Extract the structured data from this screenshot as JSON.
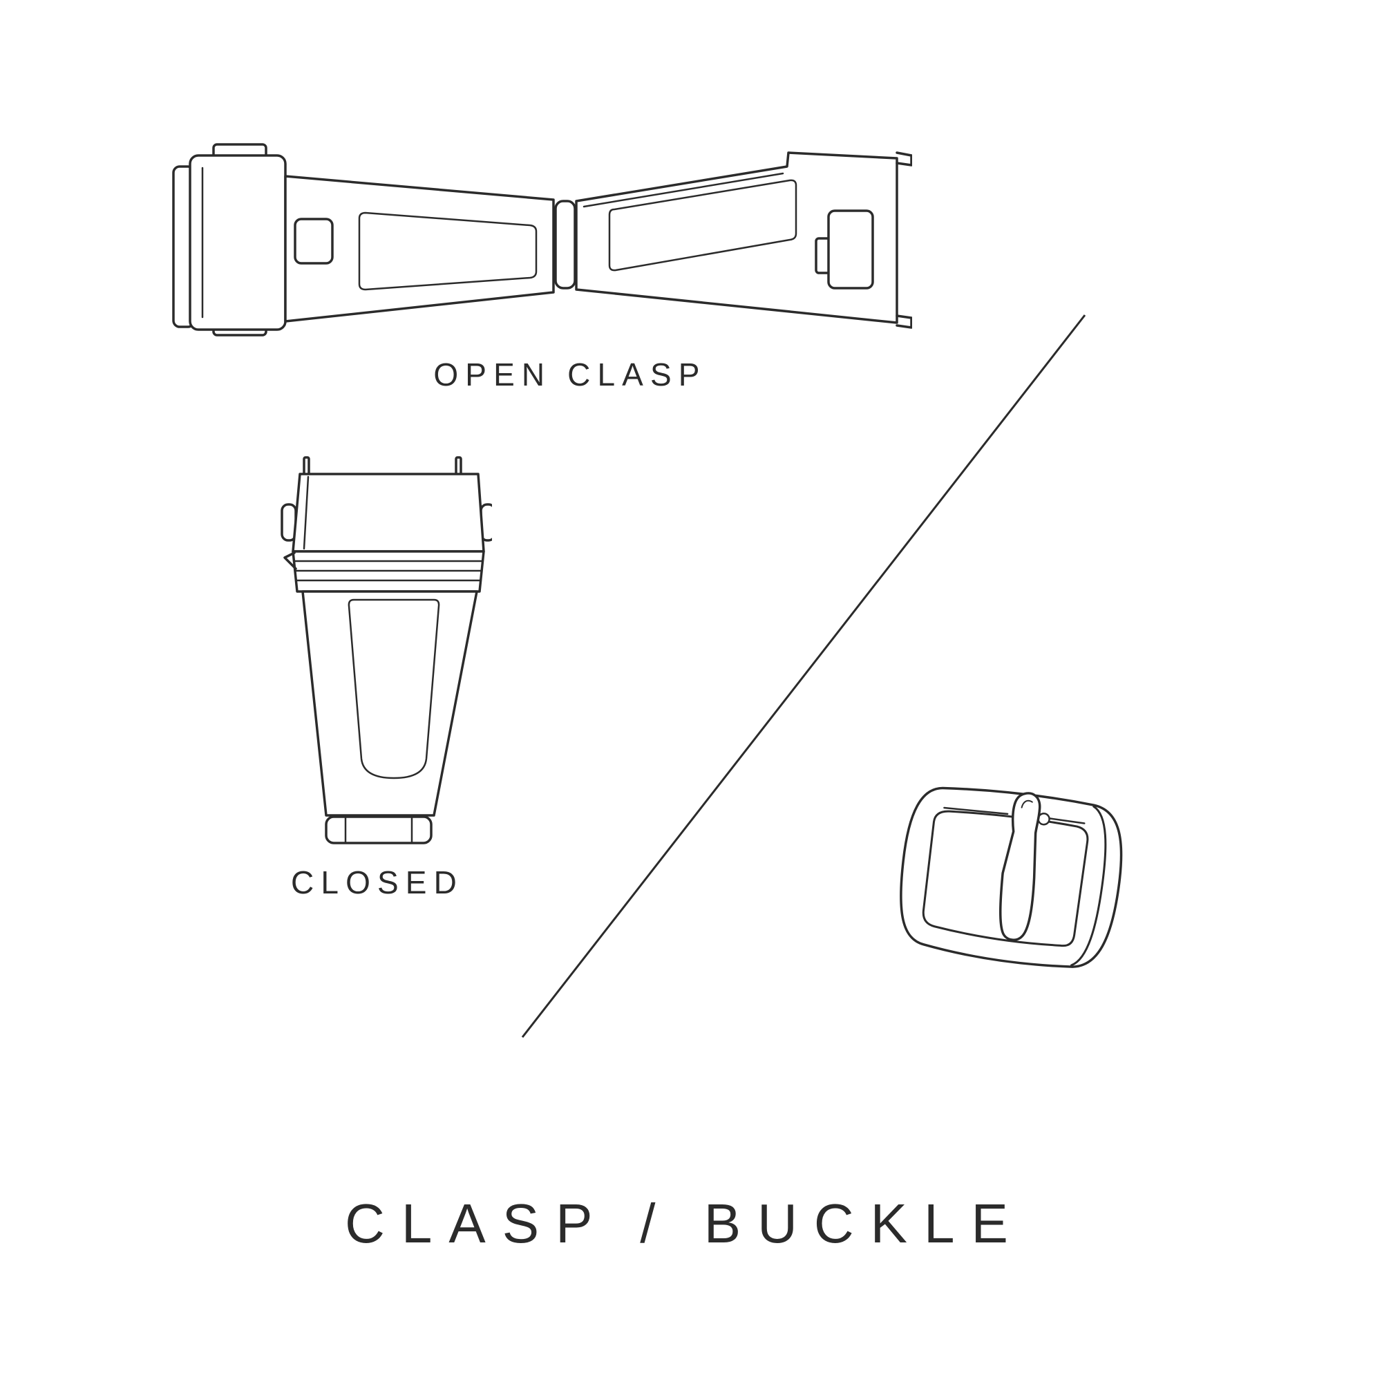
{
  "page": {
    "background_color": "#ffffff",
    "line_color": "#2b2b2b",
    "text_color": "#2b2b2b"
  },
  "labels": {
    "open_clasp": "OPEN CLASP",
    "closed": "CLOSED"
  },
  "title": "CLASP / BUCKLE",
  "figures": {
    "open_clasp": "open-clasp-illustration",
    "closed_clasp": "closed-clasp-illustration",
    "buckle": "buckle-illustration",
    "divider": "diagonal-divider"
  }
}
